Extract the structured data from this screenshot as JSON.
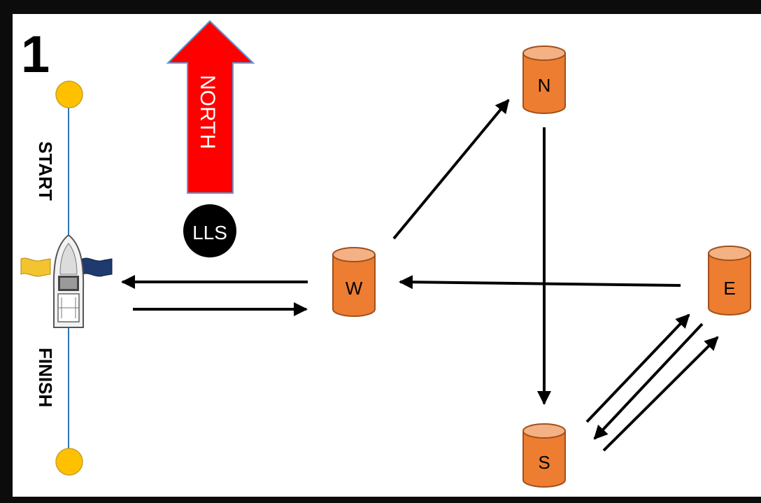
{
  "course_number": "1",
  "north_arrow_label": "NORTH",
  "lls_label": "LLS",
  "start_label": "START",
  "finish_label": "FINISH",
  "marks": {
    "north": "N",
    "west": "W",
    "east": "E",
    "south": "S"
  },
  "colors": {
    "mark_fill": "#ED7D31",
    "mark_stroke": "#A0501C",
    "north_arrow": "#FF0000",
    "buoy": "#FFC000",
    "start_line": "#2E75B6",
    "arrows": "#000000",
    "lls_badge": "#000000"
  }
}
